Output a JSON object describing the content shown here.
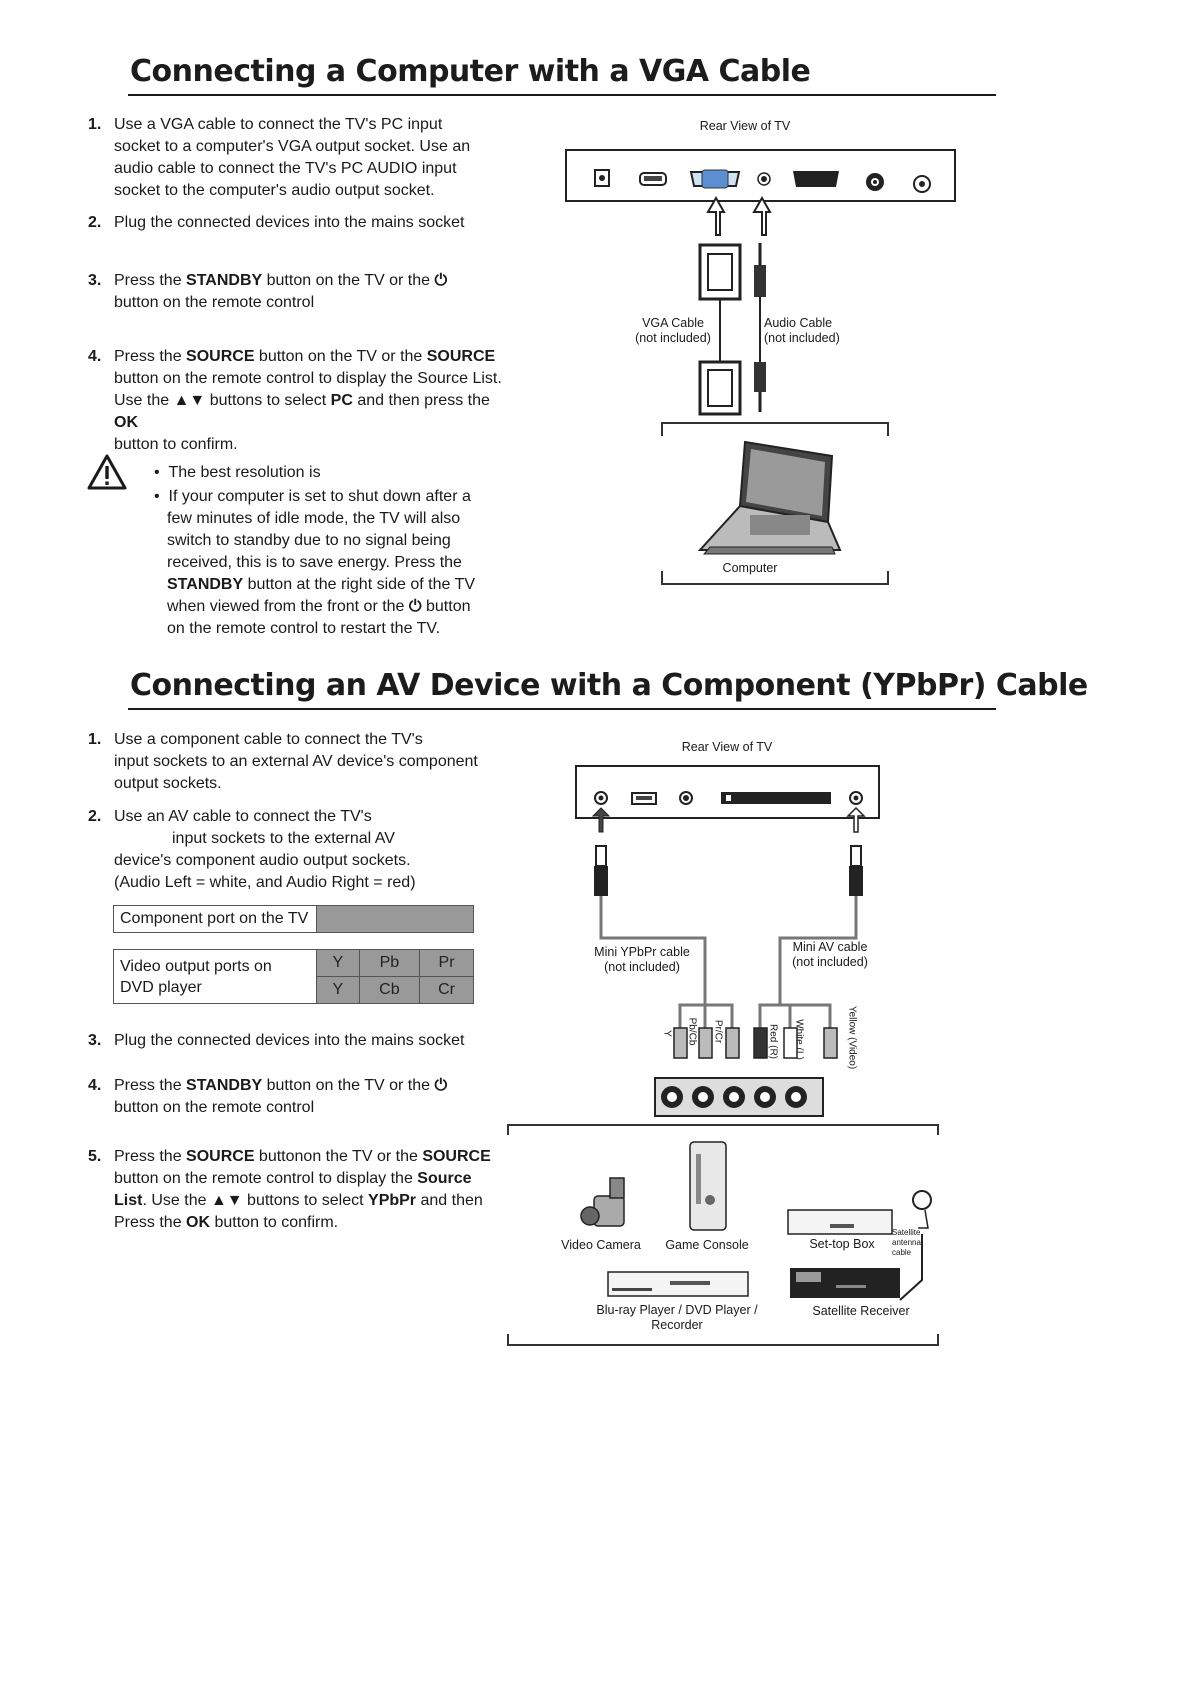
{
  "section1": {
    "title": "Connecting a Computer with a VGA Cable",
    "steps": [
      {
        "num": "1.",
        "lines": [
          "Use a VGA cable to connect the TV's PC input",
          "socket to a computer's VGA output socket. Use an",
          "audio cable to connect the TV's PC AUDIO input",
          "socket to the computer's audio output socket."
        ]
      },
      {
        "num": "2.",
        "lines": [
          "Plug the connected devices into the mains socket"
        ]
      },
      {
        "num": "3.",
        "l1a": "Press the ",
        "l1b": "STANDBY",
        "l1c": " button on  the TV or the ",
        "l2": "button on the remote control"
      },
      {
        "num": "4.",
        "l1a": "Press the ",
        "l1b": "SOURCE",
        "l1c": " button on  the  TV or the ",
        "l1d": "SOURCE",
        "l2": "button on  the remote control to  display the Source List.",
        "l3a": "Use the ",
        "l3b": "▲▼",
        "l3c": " buttons to select  ",
        "l3d": "PC",
        "l3e": " and then press the ",
        "l3f": "OK",
        "l4": "button to confirm."
      }
    ],
    "notes": {
      "b1": "The best resolution is",
      "b2_lines": [
        "If your computer is set to shut down after a",
        "few minutes of idle mode, the TV will also",
        "switch to standby due to no signal being",
        "received, this is to save energy. Press the"
      ],
      "b2_l5a": "STANDBY",
      "b2_l5b": " button at the right side of the TV",
      "b2_l6a": "when viewed from the front or the ",
      "b2_l6b": " button",
      "b2_l7": "on the remote control to restart the TV."
    },
    "diagram": {
      "rear_label": "Rear View of TV",
      "vga_label": [
        "VGA Cable",
        "(not included)"
      ],
      "audio_label": [
        "Audio Cable",
        "(not included)"
      ],
      "computer_label": "Computer"
    }
  },
  "section2": {
    "title": "Connecting an AV Device with a Component (YPbPr) Cable",
    "steps": [
      {
        "num": "1.",
        "lines": [
          "Use a component cable to connect the TV's",
          "input sockets to an external AV device's component",
          "output sockets."
        ]
      },
      {
        "num": "2.",
        "lines": [
          "Use an AV cable to connect the TV's",
          "input sockets to the external AV",
          "device's component audio output sockets.",
          "(Audio Left = white, and Audio Right = red)"
        ]
      },
      {
        "num": "3.",
        "lines": [
          "Plug the connected devices into the mains socket"
        ]
      },
      {
        "num": "4.",
        "l1a": "Press the ",
        "l1b": "STANDBY",
        "l1c": " button on  the TV or the ",
        "l2": "button on the remote control"
      },
      {
        "num": "5.",
        "l1a": "Press the ",
        "l1b": "SOURCE",
        "l1c": " buttonon  the TV or the ",
        "l1d": "SOURCE",
        "l2a": "button on the remote  control to display  the ",
        "l2b": "Source",
        "l3a": "List",
        "l3b": ". Use the ",
        "l3c": "▲▼",
        "l3d": " buttons to select  ",
        "l3e": "YPbPr",
        "l3f": " and then",
        "l4a": "Press the ",
        "l4b": "OK",
        "l4c": " button to confirm."
      }
    ],
    "table": {
      "row1_label": "Component port on the TV",
      "row2_label_lines": [
        "Video output ports on",
        "DVD player"
      ],
      "row2_top": [
        "Y",
        "Pb",
        "Pr"
      ],
      "row2_bottom": [
        "Y",
        "Cb",
        "Cr"
      ]
    },
    "diagram": {
      "rear_label": "Rear View of TV",
      "ypbpr_label": [
        "Mini YPbPr cable",
        "(not included)"
      ],
      "av_label": [
        "Mini AV cable",
        "(not included)"
      ],
      "plug_labels": [
        "Y",
        "Pb/Cb",
        "Pr/Cr",
        "Red (R)",
        "White (L)",
        "Yellow (Video)"
      ],
      "devices": [
        "Video Camera",
        "Game Console",
        "Set-top Box",
        "Blu-ray Player / DVD Player /",
        "Recorder",
        "Satellite Receiver"
      ],
      "sat_label": [
        "Satellite",
        "antenna",
        "cable"
      ]
    }
  }
}
